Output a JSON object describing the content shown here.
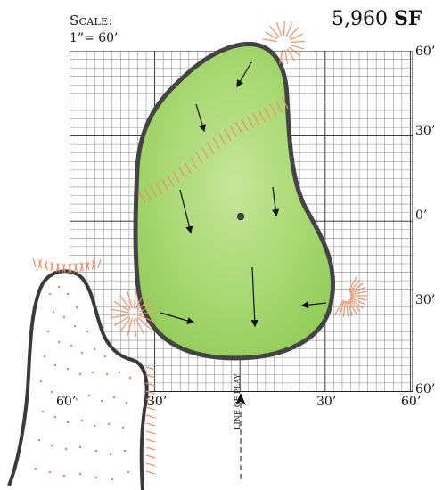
{
  "scale": {
    "title": "Scale:",
    "value": "1”= 60’"
  },
  "area": {
    "number": "5,960",
    "unit": "SF"
  },
  "right_ticks": [
    "60’",
    "30’",
    "0’",
    "30’",
    "60’"
  ],
  "bottom_ticks": [
    "60’",
    "30’",
    "30’",
    "60’"
  ],
  "line_of_play": "LINE OF PLAY",
  "colors": {
    "green_fill": "#9fd66a",
    "green_outline": "#3a3a3a",
    "grid": "#8a8a8a",
    "grid_major": "#222222",
    "hatch": "#e8936b",
    "bunker_dots": "#d98a6a"
  }
}
